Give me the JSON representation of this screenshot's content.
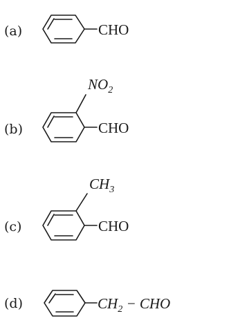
{
  "options": [
    {
      "label": "(a)",
      "substituent": "",
      "substituent_sub": "",
      "group": "CHO",
      "group_sub": "",
      "group_tail": ""
    },
    {
      "label": "(b)",
      "substituent": "NO",
      "substituent_sub": "2",
      "group": "CHO",
      "group_sub": "",
      "group_tail": ""
    },
    {
      "label": "(c)",
      "substituent": "CH",
      "substituent_sub": "3",
      "group": "CHO",
      "group_sub": "",
      "group_tail": ""
    },
    {
      "label": "(d)",
      "substituent": "",
      "substituent_sub": "",
      "group": "CH",
      "group_sub": "2",
      "group_tail": " − CHO"
    }
  ]
}
